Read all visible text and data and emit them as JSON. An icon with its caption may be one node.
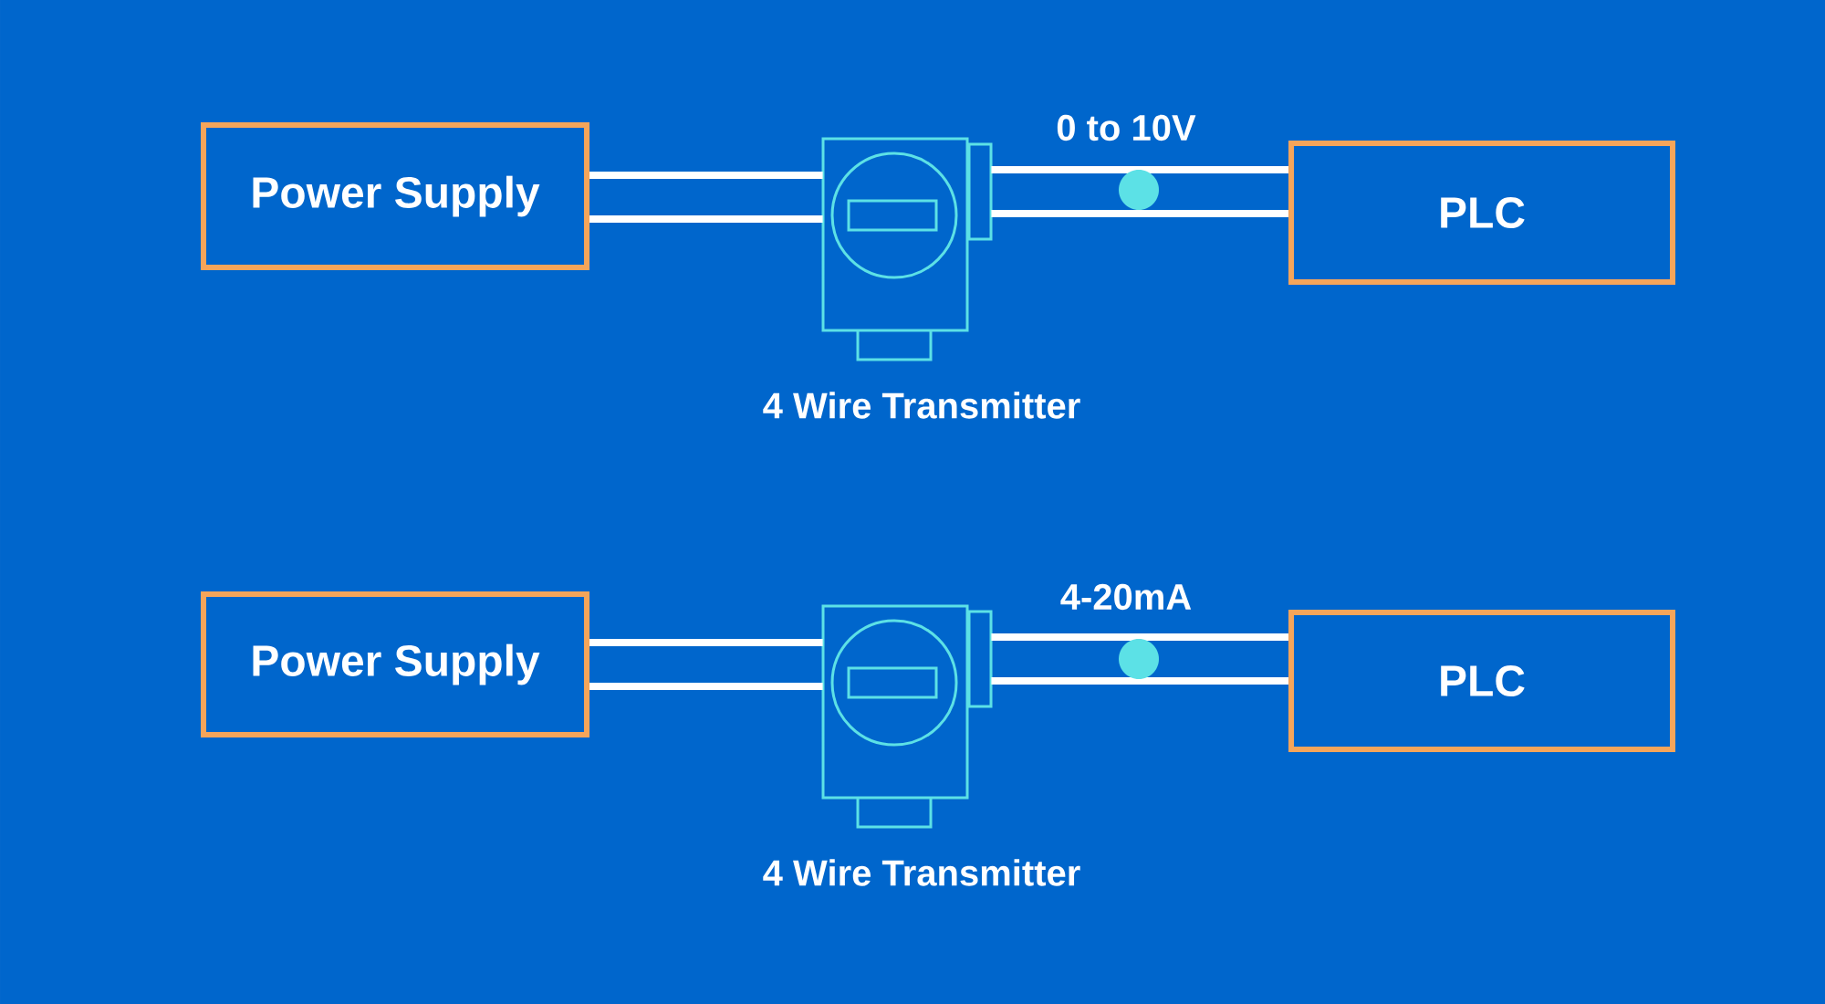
{
  "diagram": {
    "nodes": [
      {
        "text": [
          "Power Supply"
        ]
      },
      {
        "text": [],
        "shape": "picture",
        "beside": [
          "4 Wire Transmitter"
        ]
      },
      {
        "text": [
          "PLC"
        ]
      },
      {
        "text": [
          "Power Supply"
        ]
      },
      {
        "text": [],
        "shape": "picture",
        "beside": [
          "4 Wire Transmitter"
        ]
      },
      {
        "text": [
          "PLC"
        ]
      }
    ],
    "edges": [
      {
        "from": 0,
        "to": 1,
        "arrow": "none"
      },
      {
        "from": 0,
        "to": 1,
        "arrow": "none"
      },
      {
        "from": 1,
        "to": 2,
        "arrow": "none",
        "label": "0 to 10V"
      },
      {
        "from": 1,
        "to": 2,
        "arrow": "none"
      },
      {
        "from": 3,
        "to": 4,
        "arrow": "none"
      },
      {
        "from": 3,
        "to": 4,
        "arrow": "none"
      },
      {
        "from": 4,
        "to": 5,
        "arrow": "none",
        "label": "4-20mA"
      },
      {
        "from": 4,
        "to": 5,
        "arrow": "none"
      }
    ]
  }
}
